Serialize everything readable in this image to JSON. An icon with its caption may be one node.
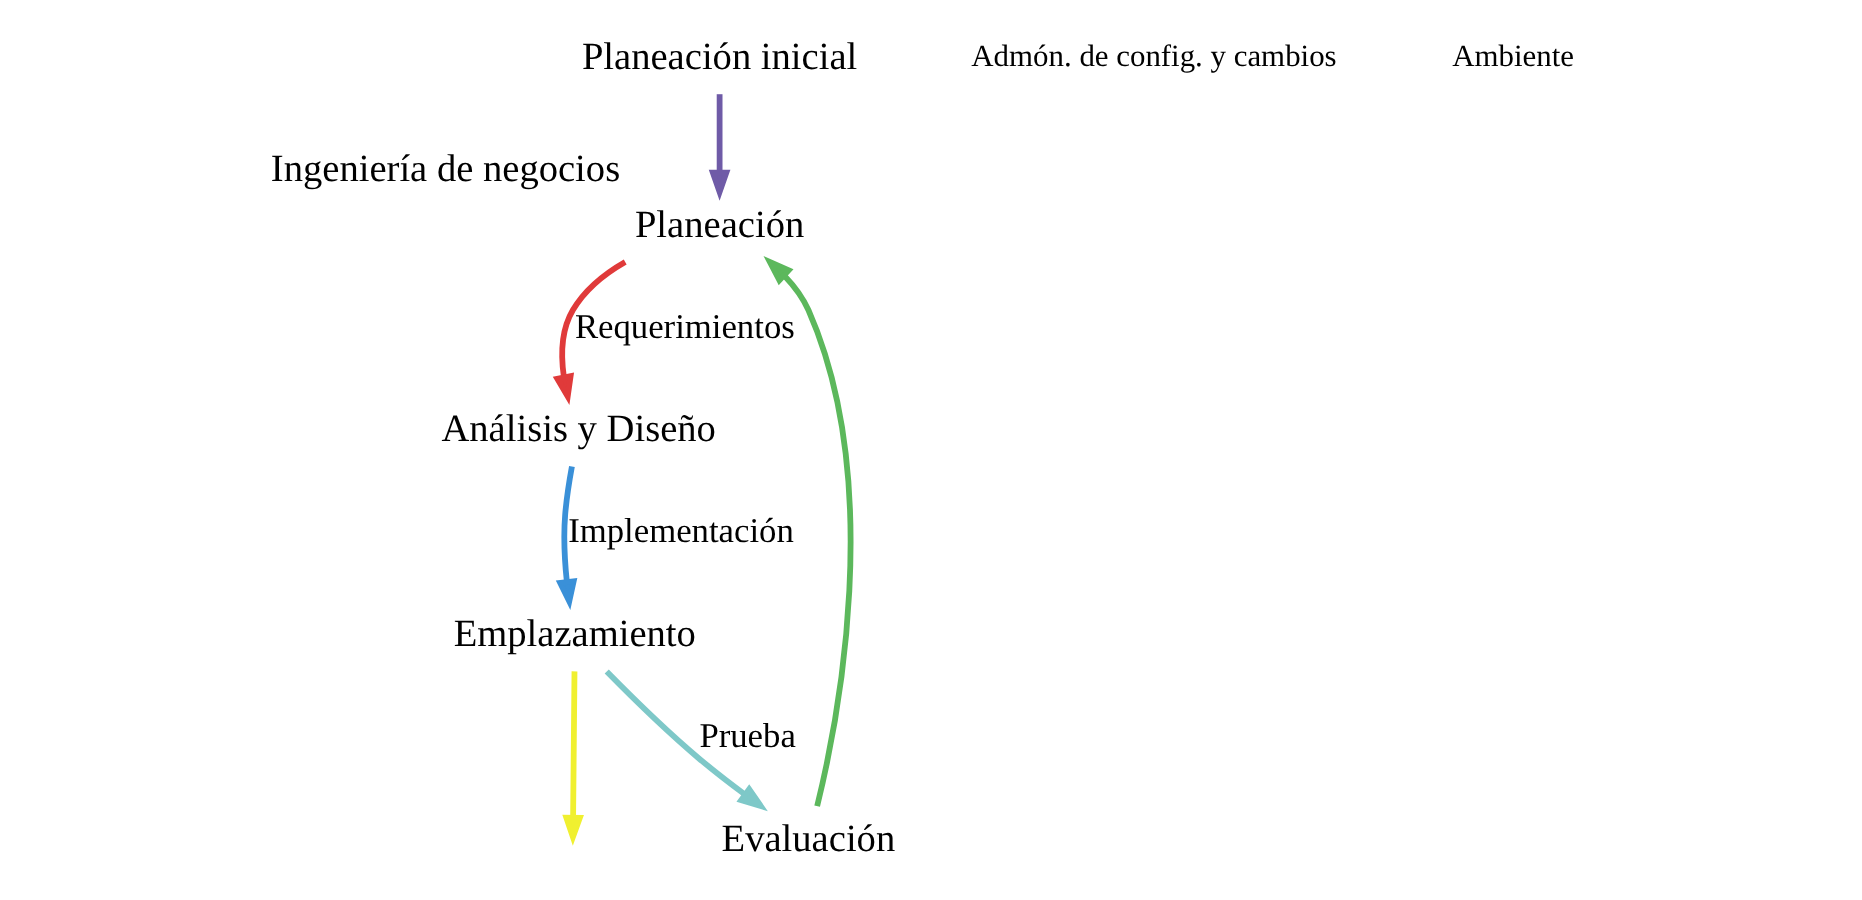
{
  "diagram": {
    "nodes": [
      {
        "text": [
          "Planeación inicial"
        ]
      },
      {
        "text": [
          "Planeación"
        ],
        "beside": [
          "Ingeniería de negocios"
        ]
      },
      {
        "text": [
          "Análisis y Diseño"
        ]
      },
      {
        "text": [
          "Emplazamiento"
        ]
      },
      {
        "text": [
          "Evaluación"
        ]
      }
    ],
    "edges": [
      {
        "from": 0,
        "to": 1,
        "arrow": "to",
        "color": "#6f5ba7"
      },
      {
        "from": 1,
        "to": 2,
        "arrow": "to",
        "label": "Requerimientos",
        "color": "#e03a3a"
      },
      {
        "from": 2,
        "to": 3,
        "arrow": "to",
        "label": "Implementación",
        "color": "#3a90d8"
      },
      {
        "from": 3,
        "to": 4,
        "arrow": "to",
        "label": "Prueba",
        "color": "#7ec8c8"
      },
      {
        "from": 4,
        "to": 1,
        "arrow": "to",
        "color": "#5cb85c"
      },
      {
        "from": 3,
        "to": null,
        "arrow": "to",
        "color": "#f0f030"
      }
    ],
    "labels": [
      "Admón. de config. y cambios",
      "Ambiente"
    ]
  }
}
